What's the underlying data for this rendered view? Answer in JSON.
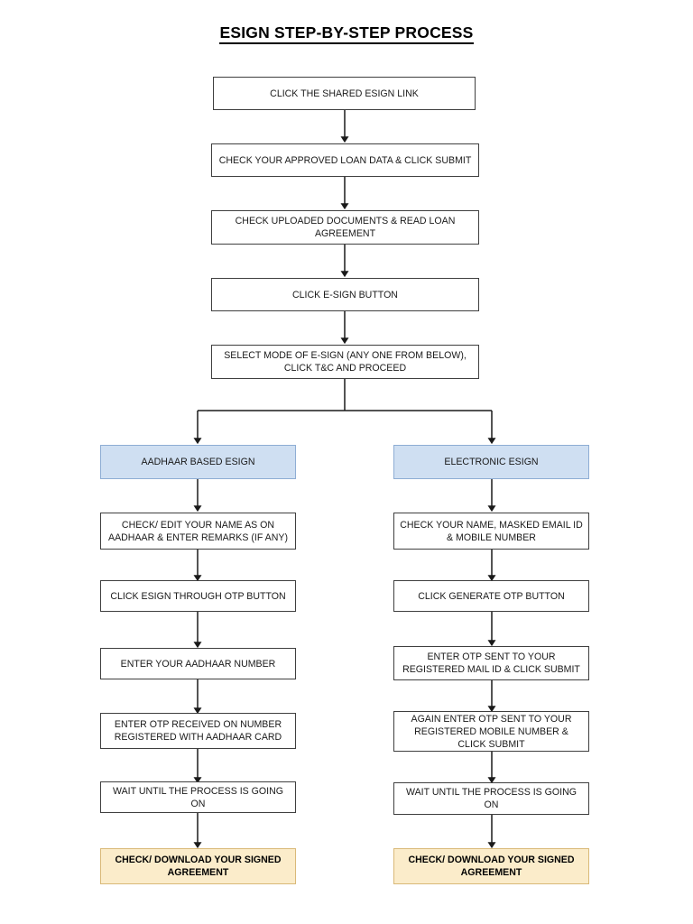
{
  "document": {
    "title": "ESIGN STEP-BY-STEP PROCESS"
  },
  "colors": {
    "box_border": "#3f3f3f",
    "box_fill": "#ffffff",
    "branch_fill": "#cfdff2",
    "branch_border": "#8eadd4",
    "final_fill": "#fbecca",
    "final_border": "#d9b978",
    "connector": "#1a1a1a",
    "text": "#1a1a1a"
  },
  "flow": {
    "main_steps": [
      {
        "id": "step-1",
        "label": "CLICK THE SHARED ESIGN LINK"
      },
      {
        "id": "step-2",
        "label": "CHECK YOUR APPROVED LOAN DATA & CLICK SUBMIT"
      },
      {
        "id": "step-3",
        "label": "CHECK UPLOADED DOCUMENTS & READ LOAN AGREEMENT"
      },
      {
        "id": "step-4",
        "label": "CLICK E-SIGN BUTTON"
      },
      {
        "id": "step-5",
        "label": "SELECT MODE OF E-SIGN (ANY ONE FROM BELOW), CLICK T&C AND PROCEED"
      }
    ],
    "branches": [
      {
        "id": "branch-aadhaar",
        "header": "AADHAAR BASED ESIGN",
        "steps": [
          {
            "id": "aadhaar-step-1",
            "label": "CHECK/ EDIT YOUR NAME AS ON AADHAAR & ENTER REMARKS (IF ANY)"
          },
          {
            "id": "aadhaar-step-2",
            "label": "CLICK ESIGN THROUGH OTP BUTTON"
          },
          {
            "id": "aadhaar-step-3",
            "label": "ENTER YOUR AADHAAR NUMBER"
          },
          {
            "id": "aadhaar-step-4",
            "label": "ENTER OTP RECEIVED ON NUMBER REGISTERED WITH AADHAAR CARD"
          },
          {
            "id": "aadhaar-step-5",
            "label": "WAIT UNTIL THE PROCESS IS GOING ON"
          }
        ],
        "final": {
          "id": "aadhaar-final",
          "label": "CHECK/ DOWNLOAD YOUR SIGNED AGREEMENT"
        }
      },
      {
        "id": "branch-electronic",
        "header": "ELECTRONIC ESIGN",
        "steps": [
          {
            "id": "electronic-step-1",
            "label": "CHECK YOUR NAME, MASKED EMAIL ID & MOBILE NUMBER"
          },
          {
            "id": "electronic-step-2",
            "label": "CLICK GENERATE OTP BUTTON"
          },
          {
            "id": "electronic-step-3",
            "label": "ENTER OTP SENT TO YOUR REGISTERED MAIL ID & CLICK SUBMIT"
          },
          {
            "id": "electronic-step-4",
            "label": "AGAIN ENTER OTP SENT TO YOUR REGISTERED MOBILE NUMBER & CLICK SUBMIT"
          },
          {
            "id": "electronic-step-5",
            "label": "WAIT UNTIL THE PROCESS IS GOING ON"
          }
        ],
        "final": {
          "id": "electronic-final",
          "label": "CHECK/ DOWNLOAD YOUR SIGNED AGREEMENT"
        }
      }
    ]
  }
}
